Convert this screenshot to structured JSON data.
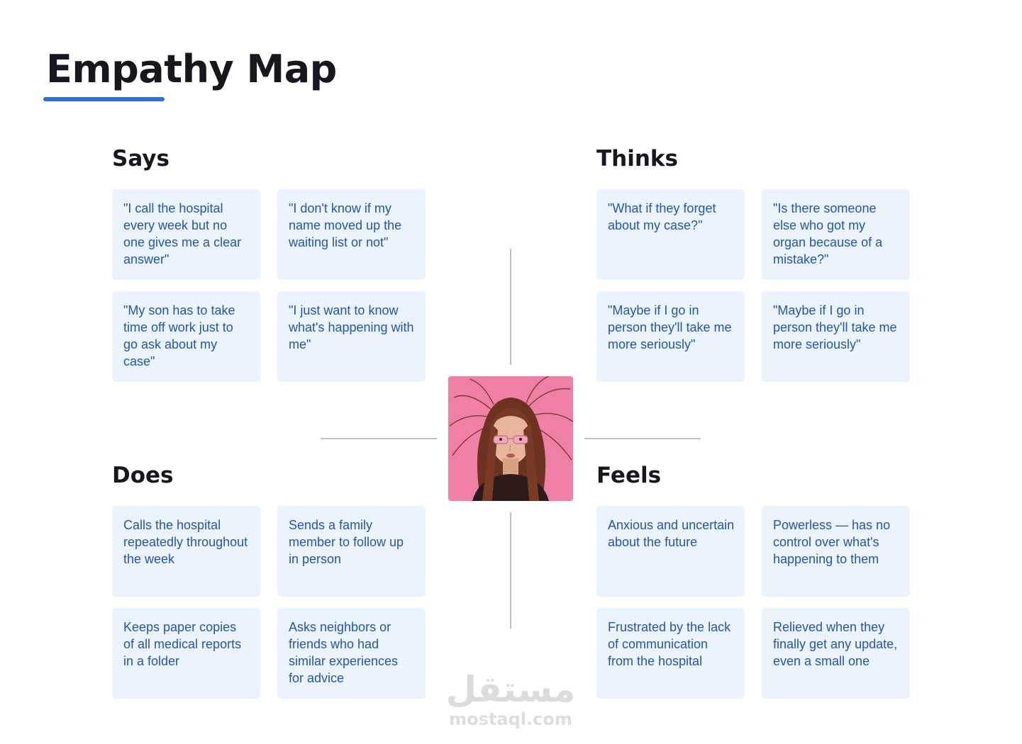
{
  "title": "Empathy Map",
  "colors": {
    "accent": "#2f6fd6",
    "card_background": "#ebf3fd",
    "card_text": "#2556a8",
    "heading": "#16181d",
    "divider": "#bfbfbf",
    "photo_background": "#f07fa6"
  },
  "says": {
    "title": "Says",
    "cards": [
      "\"I call the hospital every week but no one gives me a clear answer\"",
      "\"I don't know if my name moved up the waiting list or not\"",
      "\"My son has to take time off work just to go ask about my case\"",
      "\"I just want to know what's happening with me\""
    ]
  },
  "thinks": {
    "title": "Thinks",
    "cards": [
      "\"What if they forget about my case?\"",
      "\"Is there someone else who got my organ because of a mistake?\"",
      "\"Maybe if I go in person they'll take me more seriously\"",
      "\"Maybe if I go in person they'll take me more seriously\""
    ]
  },
  "does": {
    "title": "Does",
    "cards": [
      "Calls the hospital repeatedly throughout the week",
      "Sends a family member to follow up in person",
      "Keeps paper copies of all medical reports in a folder",
      "Asks neighbors or friends who had similar experiences for advice"
    ]
  },
  "feels": {
    "title": "Feels",
    "cards": [
      "Anxious and uncertain about the future",
      "Powerless — has no control over what's happening to them",
      "Frustrated by the lack of communication from the hospital",
      "Relieved when they finally get any update, even a small one"
    ]
  },
  "persona": {
    "icon": "persona-photo"
  },
  "watermark": {
    "logo": "مستقل",
    "url": "mostaql.com"
  }
}
